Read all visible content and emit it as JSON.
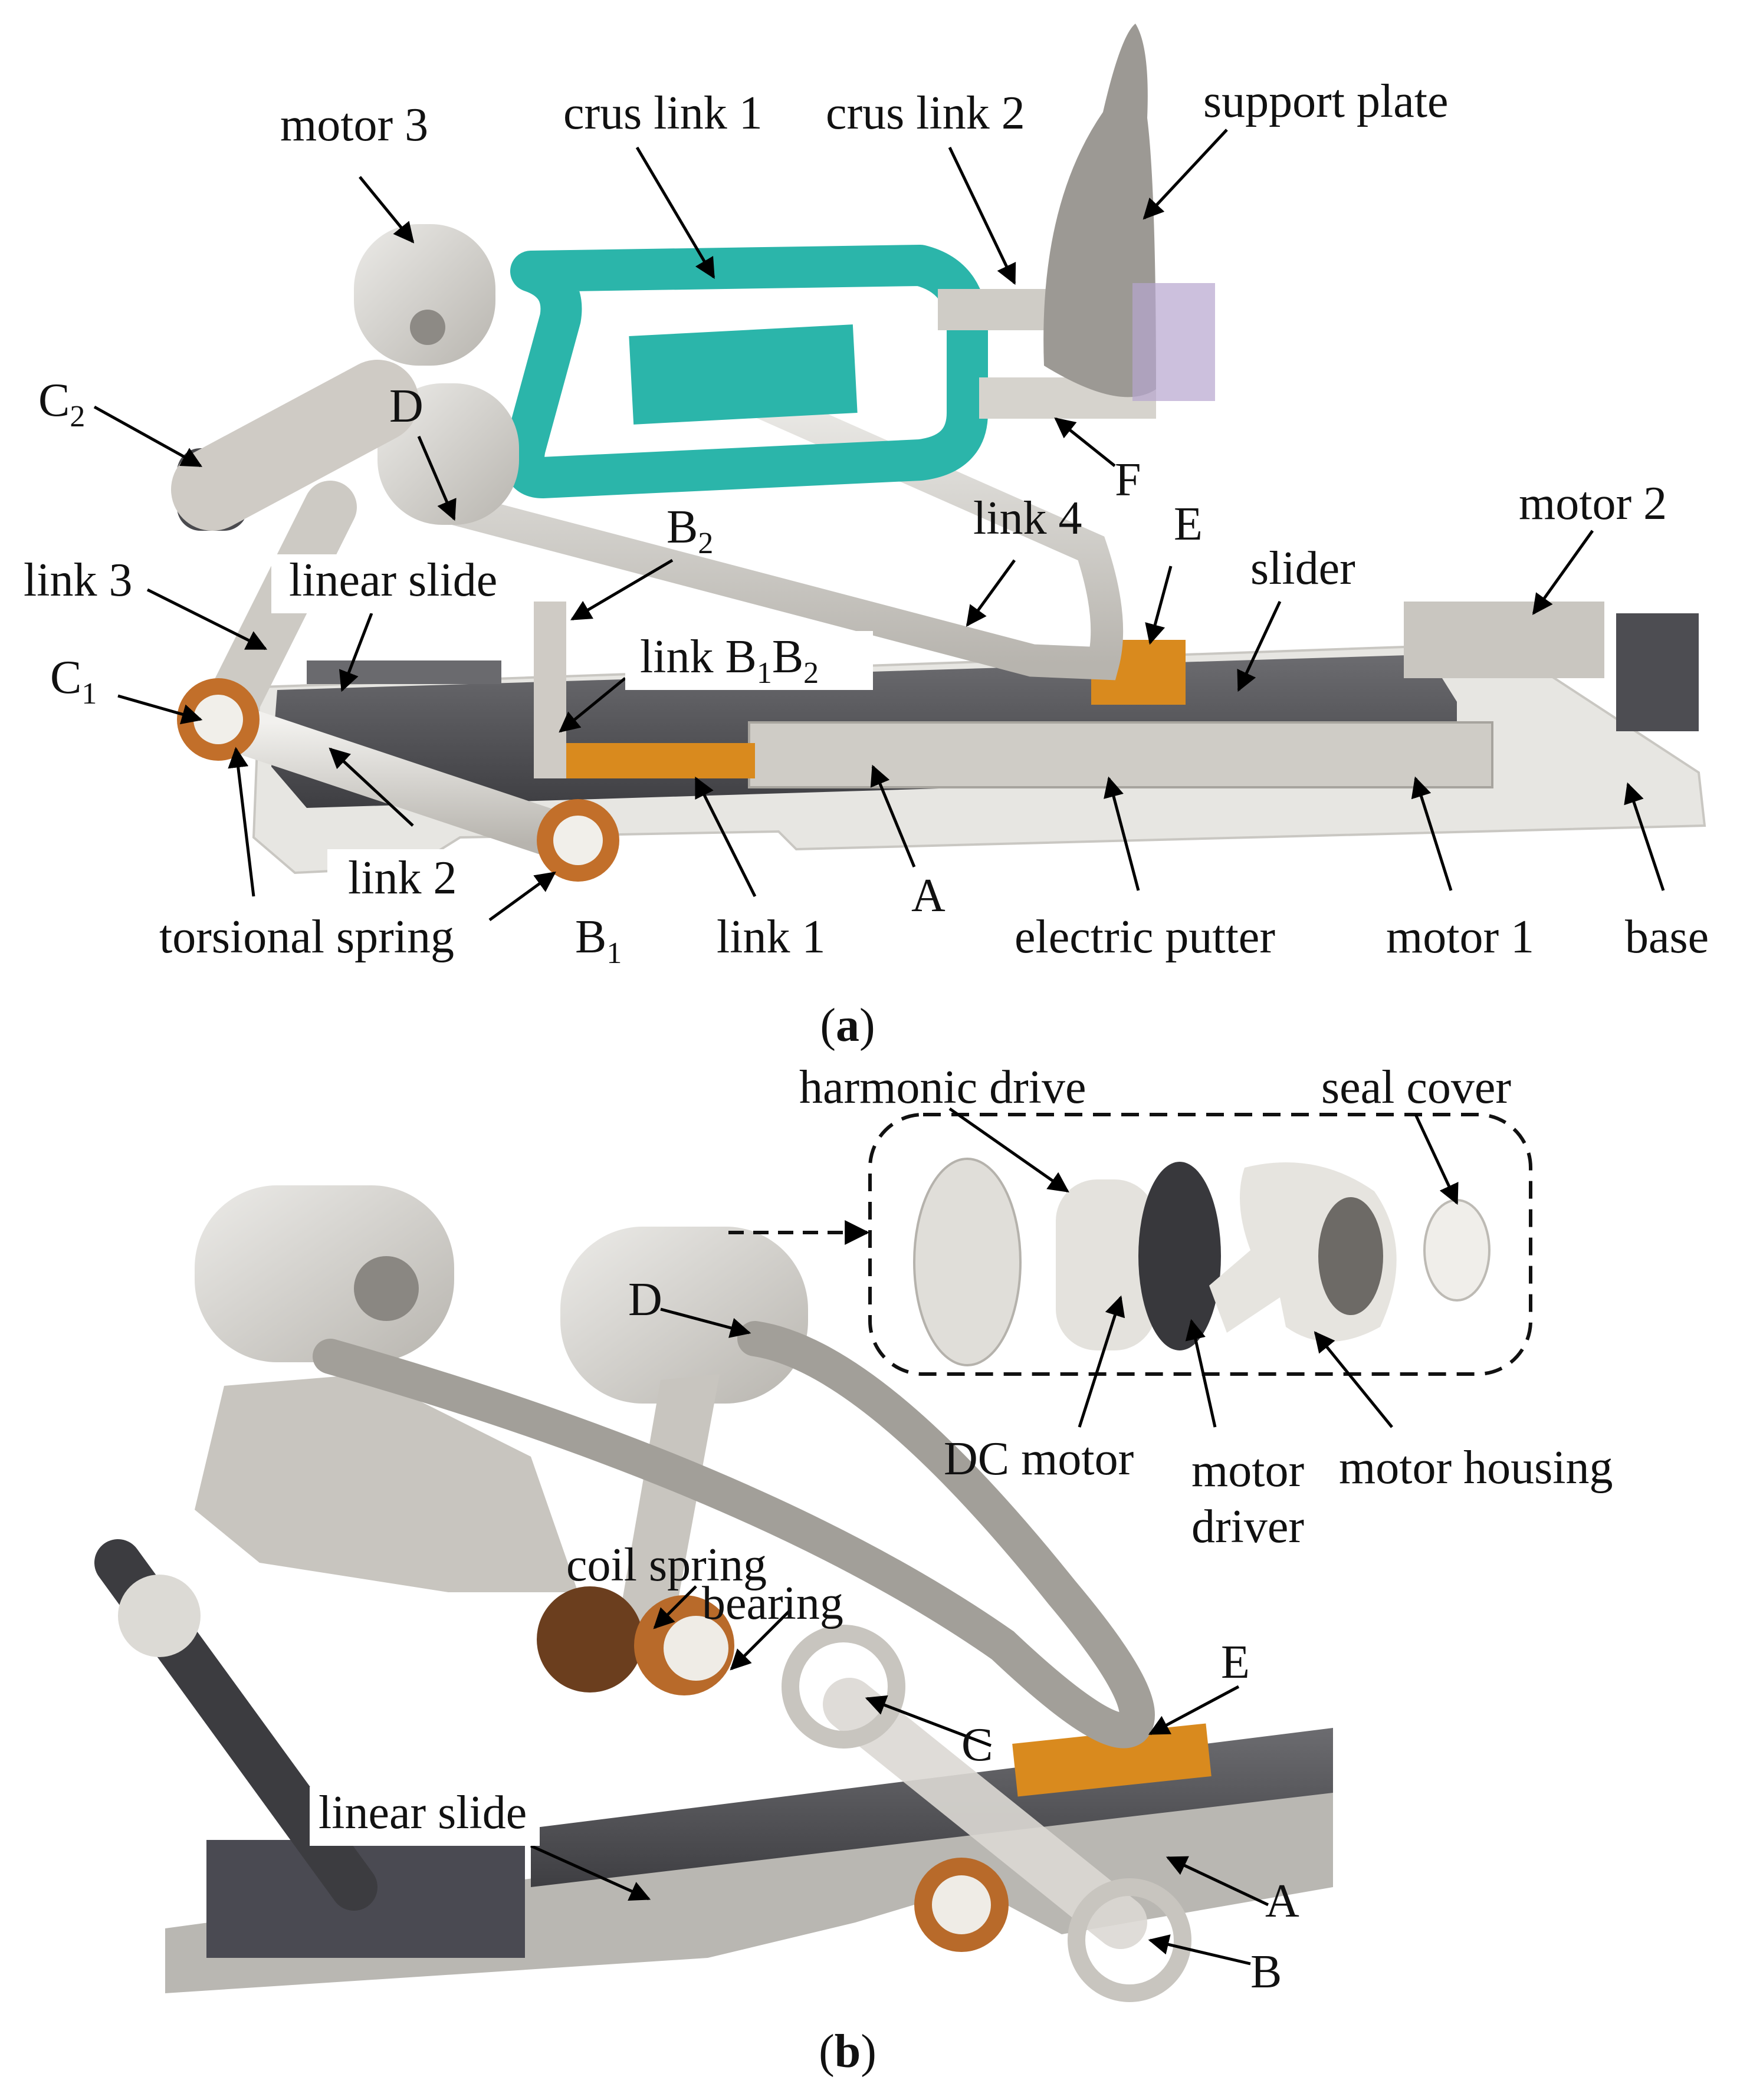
{
  "panel_a": {
    "caption_open": "(",
    "caption_letter": "a",
    "caption_close": ")",
    "labels": {
      "motor3": "motor 3",
      "crus_link_1": "crus link 1",
      "crus_link_2": "crus link 2",
      "support_plate": "support plate",
      "c2": "C",
      "c2_sub": "2",
      "d": "D",
      "f": "F",
      "link4": "link 4",
      "e": "E",
      "motor2": "motor 2",
      "b2": "B",
      "b2_sub": "2",
      "slider": "slider",
      "link3": "link 3",
      "linear_slide": "linear slide",
      "link_b1b2_pre": "link B",
      "link_b1b2_s1": "1",
      "link_b1b2_mid": "B",
      "link_b1b2_s2": "2",
      "c1": "C",
      "c1_sub": "1",
      "link2": "link 2",
      "torsional_spring": "torsional spring",
      "b1": "B",
      "b1_sub": "1",
      "link1": "link 1",
      "a": "A",
      "electric_putter": "electric putter",
      "motor1": "motor 1",
      "base": "base"
    }
  },
  "panel_b": {
    "caption_open": "(",
    "caption_letter": "b",
    "caption_close": ")",
    "labels": {
      "harmonic_drive": "harmonic drive",
      "seal_cover": "seal cover",
      "d": "D",
      "dc_motor": "DC motor",
      "motor_driver_1": "motor",
      "motor_driver_2": "driver",
      "motor_housing": "motor housing",
      "coil_spring": "coil spring",
      "bearing": "bearing",
      "e": "E",
      "c": "C",
      "linear_slide": "linear slide",
      "a": "A",
      "b": "B"
    }
  },
  "colors": {
    "teal": "#2bb5aa",
    "metal_light": "#d8d6d2",
    "metal_mid": "#b9b6b0",
    "metal_dark": "#5a5a5e",
    "orange": "#d98a1e",
    "bronze": "#b86a2a",
    "base_plate": "#e7e6e2"
  }
}
